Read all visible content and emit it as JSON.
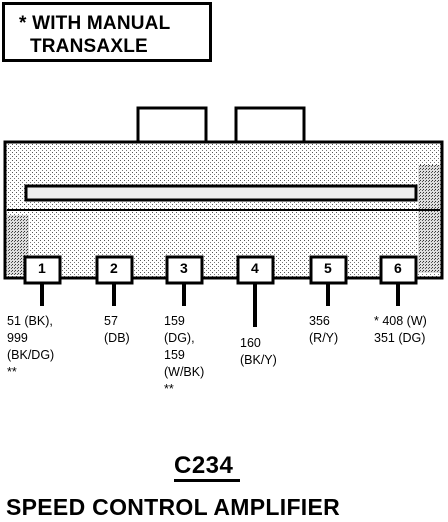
{
  "note": {
    "text": "* WITH MANUAL\n  TRANSAXLE"
  },
  "connector": {
    "id": "C234",
    "name": "SPEED CONTROL AMPLIFIER",
    "pins": [
      {
        "number": "1",
        "wires": "51 (BK),\n999\n(BK/DG)\n**"
      },
      {
        "number": "2",
        "wires": "57\n(DB)"
      },
      {
        "number": "3",
        "wires": "159\n(DG),\n159\n(W/BK)\n**"
      },
      {
        "number": "4",
        "wires": "160\n(BK/Y)"
      },
      {
        "number": "5",
        "wires": "356\n(R/Y)"
      },
      {
        "number": "6",
        "wires": "* 408 (W)\n351 (DG)"
      }
    ]
  }
}
